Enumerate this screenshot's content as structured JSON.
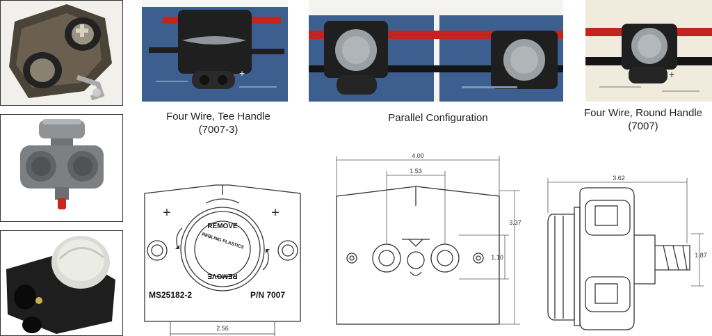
{
  "captions": {
    "tee_handle": {
      "line1": "Four Wire, Tee Handle",
      "line2": "(7007-3)"
    },
    "parallel": {
      "line1": "Parallel Configuration"
    },
    "round_handle": {
      "line1": "Four Wire, Round Handle",
      "line2": "(7007)"
    }
  },
  "drawings": {
    "front": {
      "dim_width": "2.56",
      "left_mark": "MS25182-2",
      "right_mark": "P/N 7007",
      "ring_text_top": "REMOVE",
      "ring_text_bottom": "REMOVE",
      "brand_text": "REBLING PLASTICS",
      "plus": "+"
    },
    "back": {
      "dim_overall_width": "4.00",
      "dim_hole_spacing": "1.53",
      "dim_height": "3.37",
      "dim_center_height": "1.10"
    },
    "side": {
      "dim_width": "3.62",
      "dim_height": "1.87"
    }
  },
  "colors": {
    "battery_blue": "#3d5f8f",
    "cable_red": "#c42420",
    "connector_black": "#1f1f1f",
    "knob_grey": "#9aa0a3"
  }
}
